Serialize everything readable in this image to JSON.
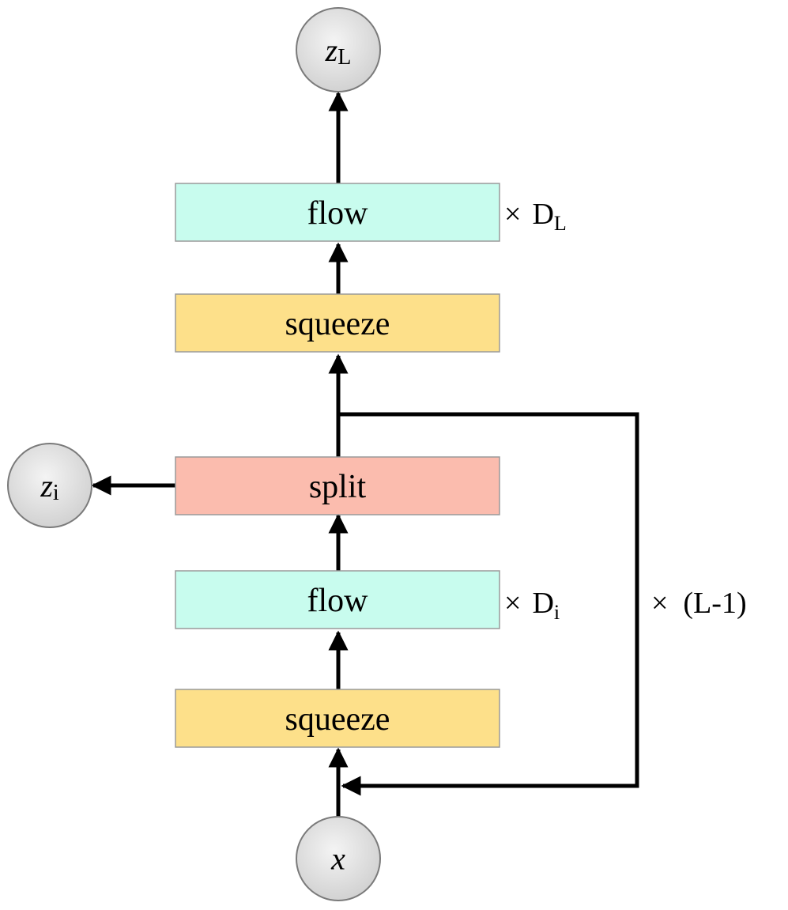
{
  "nodes": {
    "z_L": {
      "symbol": "z",
      "subscript": "L"
    },
    "z_i": {
      "symbol": "z",
      "subscript": "i"
    },
    "x": {
      "symbol": "x",
      "subscript": ""
    }
  },
  "boxes": {
    "flow_top": {
      "label": "flow",
      "fill": "#c8fcee"
    },
    "squeeze_top": {
      "label": "squeeze",
      "fill": "#fde08a"
    },
    "split": {
      "label": "split",
      "fill": "#fbbcae"
    },
    "flow_bottom": {
      "label": "flow",
      "fill": "#c8fcee"
    },
    "squeeze_bottom": {
      "label": "squeeze",
      "fill": "#fde08a"
    }
  },
  "multipliers": {
    "top": {
      "times": "×",
      "base": "D",
      "subscript": "L"
    },
    "bottom": {
      "times": "×",
      "base": "D",
      "subscript": "i"
    },
    "loop": {
      "text": "×  (L-1)"
    }
  }
}
